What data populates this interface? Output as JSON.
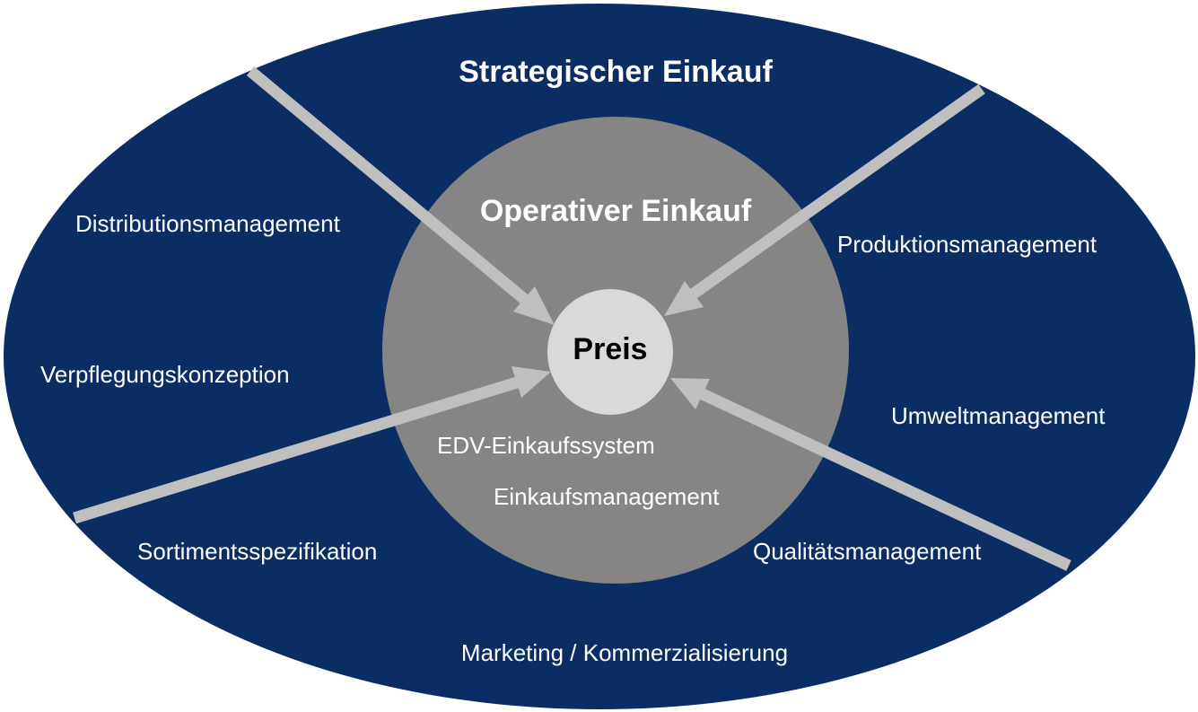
{
  "colors": {
    "outer_ellipse": "#0a2d64",
    "inner_circle": "#858585",
    "center_circle": "#d9d9d9",
    "arrows": "#bfbfbf",
    "label_light": "#ffffff",
    "label_dark": "#000000"
  },
  "outer": {
    "title": "Strategischer Einkauf",
    "labels": {
      "distribution": "Distributionsmanagement",
      "verpflegung": "Verpflegungskonzeption",
      "sortiment": "Sortimentsspezifikation",
      "marketing": "Marketing / Kommerzialisierung",
      "produktion": "Produktionsmanagement",
      "umwelt": "Umweltmanagement",
      "qualitaet": "Qualitätsmanagement"
    }
  },
  "inner": {
    "title": "Operativer Einkauf",
    "labels": {
      "edv": "EDV-Einkaufssystem",
      "einkauf": "Einkaufsmanagement"
    }
  },
  "center": {
    "label": "Preis"
  }
}
